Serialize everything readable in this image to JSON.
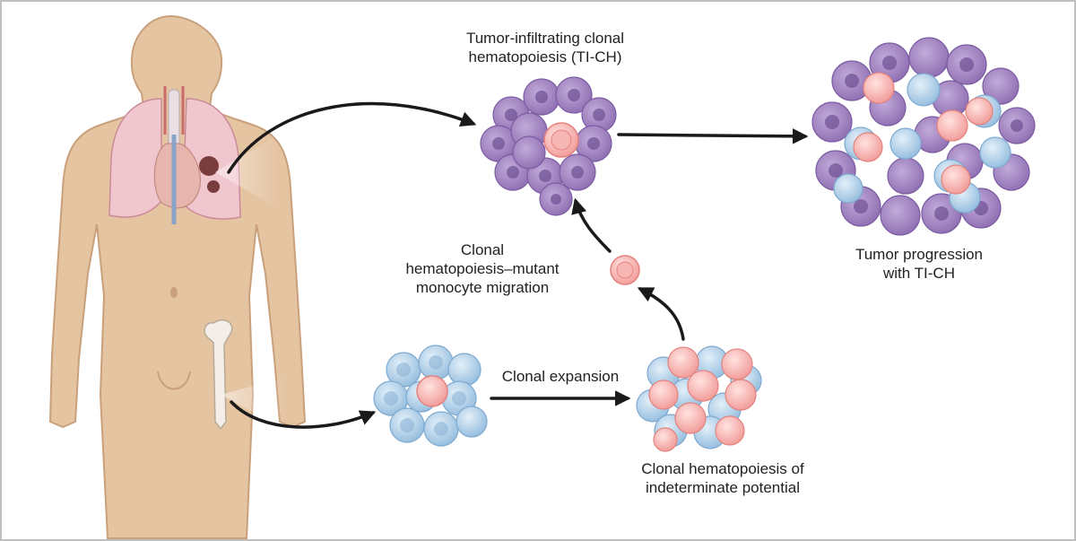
{
  "labels": {
    "ti_ch": {
      "line1": "Tumor-infiltrating clonal",
      "line2": "hematopoiesis (TI-CH)"
    },
    "migration": {
      "line1": "Clonal",
      "line2": "hematopoiesis–mutant",
      "line3": "monocyte migration"
    },
    "expansion": "Clonal expansion",
    "chip": {
      "line1": "Clonal hematopoiesis of",
      "line2": "indeterminate potential"
    },
    "progression": {
      "line1": "Tumor progression",
      "line2": "with TI-CH"
    }
  },
  "colors": {
    "skin": "#e5c4a2",
    "skin_outline": "#c9a07c",
    "lung": "#f0c6cf",
    "tumor_cell": "#9d7fbc",
    "tumor_nucleus": "#6d4f93",
    "normal_cell": "#a9cbe4",
    "normal_nucleus": "#7fabd1",
    "mutant_cell": "#f4aaa8",
    "mutant_nucleus": "#ee8f8c",
    "arrow": "#1a1a1a"
  }
}
